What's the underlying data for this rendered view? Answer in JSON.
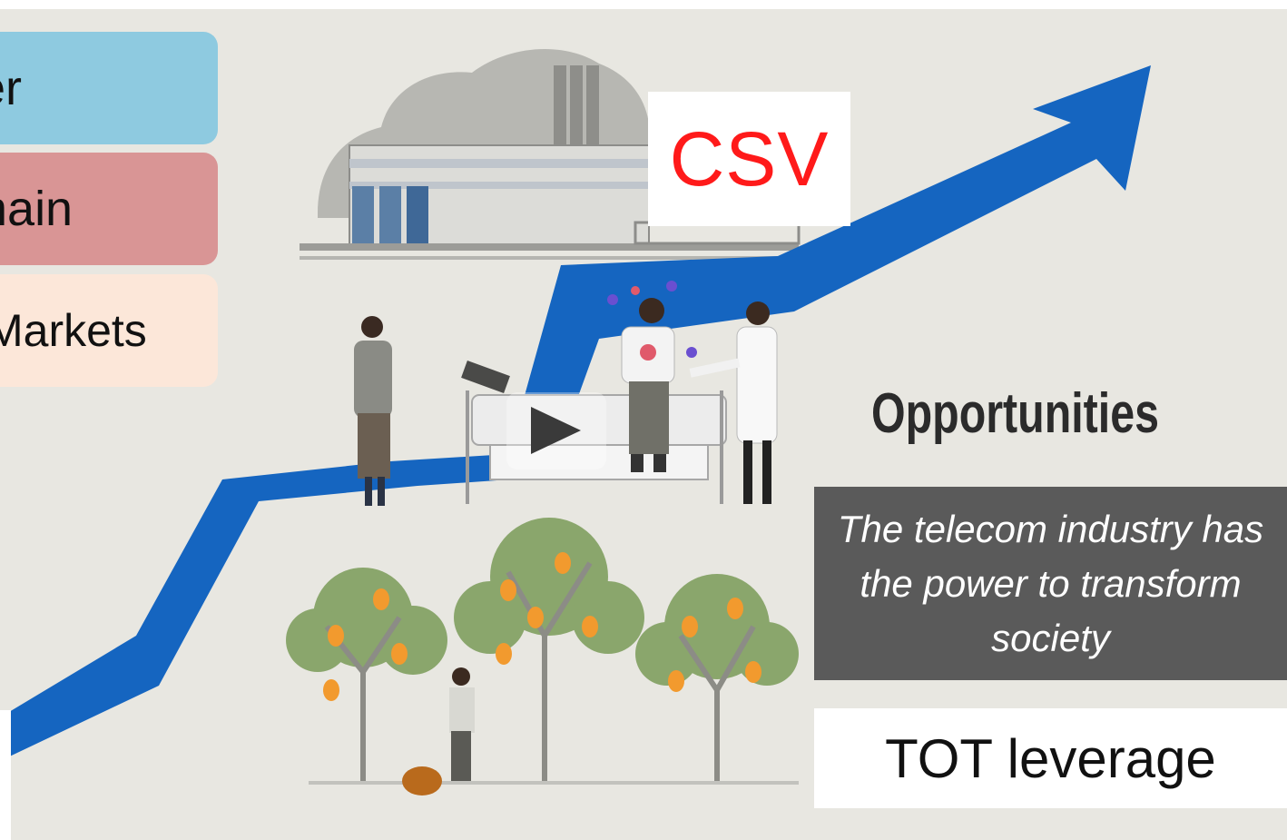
{
  "slide": {
    "labels": [
      "er",
      "hain",
      "Markets"
    ],
    "csv_label": "CSV",
    "heading": "Opportunities",
    "quote": "The telecom industry has the power to transform society",
    "tot_label": "TOT leverage"
  },
  "colors": {
    "background": "#e8e7e1",
    "arrow": "#1565c0",
    "label_1": "#8ecae0",
    "label_2": "#d99595",
    "label_3": "#fce7d9",
    "csv_text": "#ff1a1a",
    "quote_box": "#5a5a5a"
  },
  "icons": [
    "growth-arrow",
    "factory-illustration",
    "patient-doctor-illustration",
    "fruit-tree-illustration",
    "play-icon"
  ]
}
